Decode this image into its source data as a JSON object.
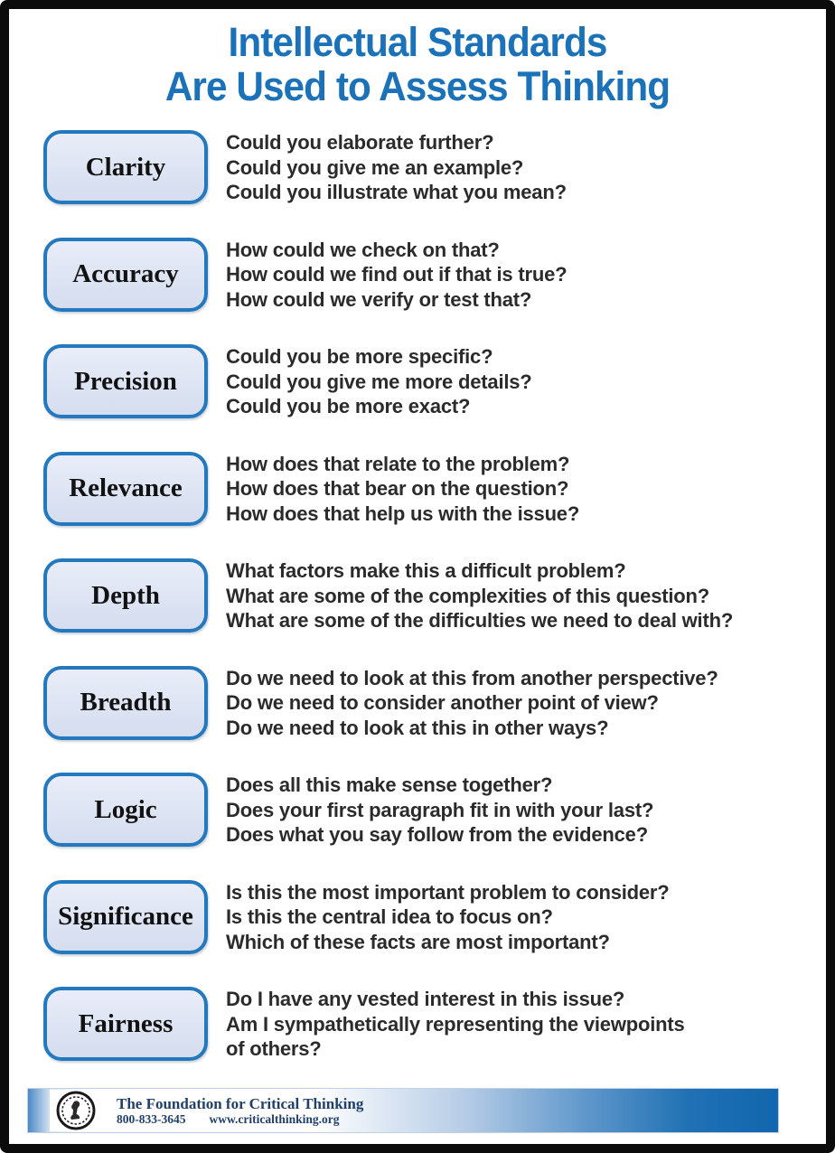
{
  "title": {
    "line1": "Intellectual Standards",
    "line2": "Are Used to Assess Thinking"
  },
  "standards": [
    {
      "term": "Clarity",
      "questions": [
        "Could you elaborate further?",
        "Could you give me an example?",
        "Could you illustrate what you mean?"
      ]
    },
    {
      "term": "Accuracy",
      "questions": [
        "How could we check on that?",
        "How could we find out if that is true?",
        "How could we verify or test that?"
      ]
    },
    {
      "term": "Precision",
      "questions": [
        "Could you be more specific?",
        "Could you give me more details?",
        "Could you be more exact?"
      ]
    },
    {
      "term": "Relevance",
      "questions": [
        "How does that relate to the problem?",
        "How does that bear on the question?",
        "How does that help us with the issue?"
      ]
    },
    {
      "term": "Depth",
      "questions": [
        "What factors make this a difficult problem?",
        "What are some of the complexities of this question?",
        "What are some of the difficulties we need to deal with?"
      ]
    },
    {
      "term": "Breadth",
      "questions": [
        "Do we need to look at this from another perspective?",
        "Do we need to consider another point of view?",
        "Do we need to look at this in other ways?"
      ]
    },
    {
      "term": "Logic",
      "questions": [
        "Does all this make sense together?",
        "Does your first paragraph fit in with your last?",
        "Does what you say follow from the evidence?"
      ]
    },
    {
      "term": "Significance",
      "questions": [
        "Is this the most important problem to consider?",
        "Is this the central idea to focus on?",
        "Which of these facts are most important?"
      ]
    },
    {
      "term": "Fairness",
      "questions": [
        "Do I have any vested interest in this issue?",
        "Am I sympathetically representing the viewpoints",
        "of others?"
      ]
    }
  ],
  "footer": {
    "org": "The Foundation for Critical Thinking",
    "phone": "800-833-3645",
    "website": "www.criticalthinking.org",
    "logo_icon": "thinker-seal-icon"
  },
  "colors": {
    "title_blue": "#1c72b8",
    "box_border_blue": "#2478bd",
    "box_fill": "#dde4f3",
    "question_text": "#2b2b2b",
    "footer_navy": "#20406a",
    "footer_bar_blue": "#1166ad",
    "frame_black": "#0b0b0b"
  }
}
